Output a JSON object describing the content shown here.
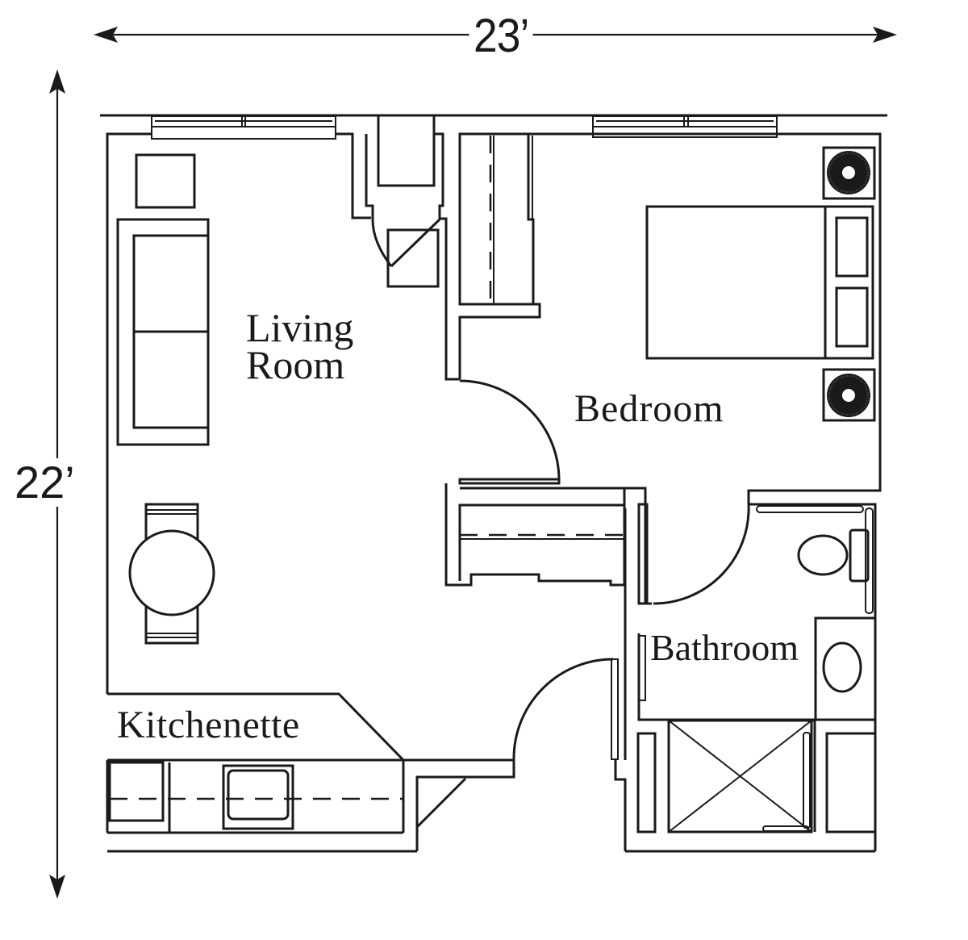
{
  "diagram": {
    "type": "floor-plan",
    "dimensions": {
      "width_label": "23’",
      "height_label": "22’"
    },
    "rooms": {
      "living_room": {
        "label_line1": "Living",
        "label_line2": "Room"
      },
      "bedroom": {
        "label": "Bedroom"
      },
      "bathroom": {
        "label": "Bathroom"
      },
      "kitchenette": {
        "label": "Kitchenette"
      }
    },
    "fixtures": [
      "sofa",
      "side-table",
      "dining-table",
      "dining-chair",
      "dining-chair",
      "closet",
      "wardrobe",
      "bed",
      "nightstand-lamp",
      "nightstand-lamp",
      "toilet",
      "sink",
      "shower",
      "kitchen-counter",
      "kitchen-sink",
      "windows"
    ],
    "colors": {
      "line": "#1a1a1a",
      "background": "#ffffff"
    }
  }
}
